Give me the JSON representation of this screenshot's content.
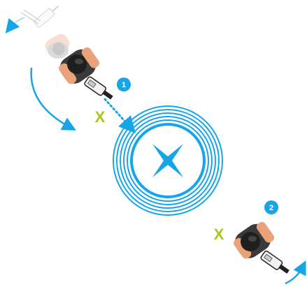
{
  "steps": [
    {
      "number": "1"
    },
    {
      "number": "2"
    }
  ],
  "x_marks": [
    {
      "text": "X"
    },
    {
      "text": "X"
    }
  ],
  "colors": {
    "accent_blue": "#16A5E6",
    "marker_green": "#A8C81E",
    "skin": "#E9A27A",
    "hair": "#1F1F1F",
    "shirt": "#2A2A2A",
    "tool_body": "#F2F2F2"
  },
  "icons": {
    "target": "concentric-rings-with-x-icon",
    "person": "person-top-view-icon",
    "tool": "handheld-scanner-icon",
    "rotation": "curved-arrow-icon"
  }
}
